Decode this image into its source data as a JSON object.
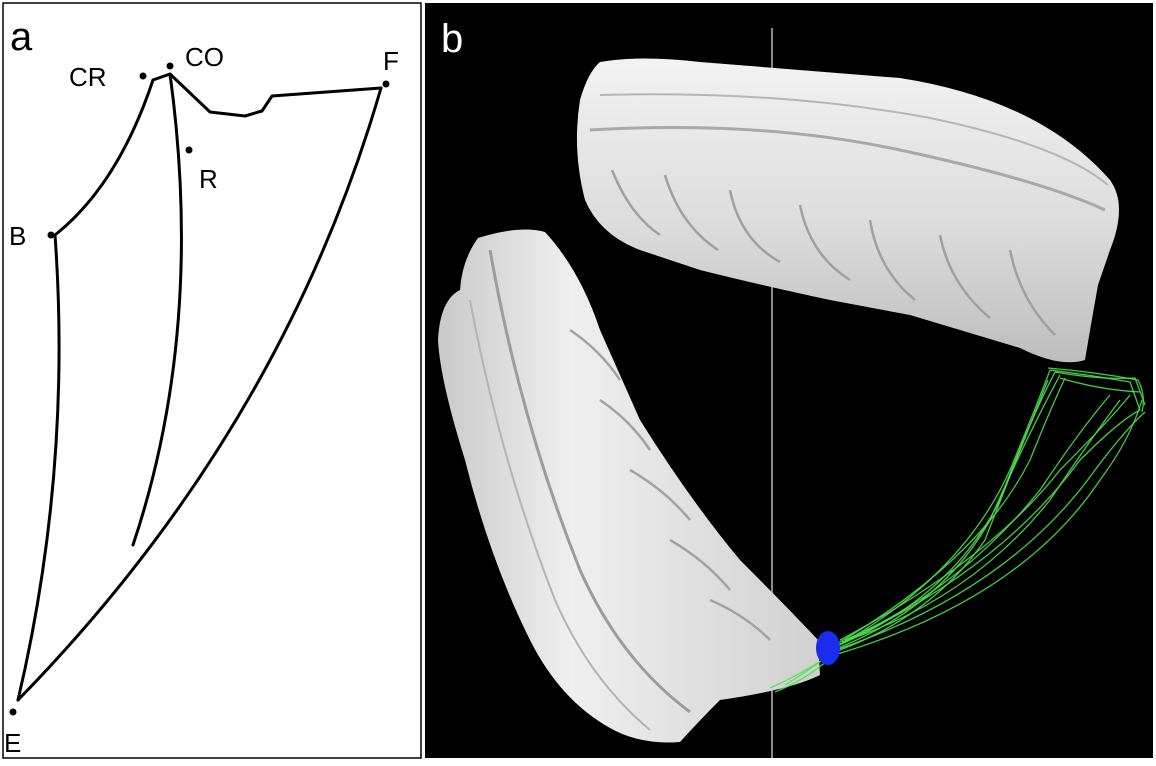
{
  "panel_a": {
    "label": "a",
    "points": {
      "cr": "CR",
      "co": "CO",
      "f": "F",
      "r": "R",
      "b": "B",
      "e": "E"
    }
  },
  "panel_b": {
    "label": "b"
  },
  "colors": {
    "background_b": "#000000",
    "cast": "#e4e4e4",
    "cast_shadow": "#9a9a9a",
    "trace": "#4ce04c",
    "marker": "#1a2cf0",
    "axis_line": "#8a8a8a",
    "ink": "#000000"
  }
}
